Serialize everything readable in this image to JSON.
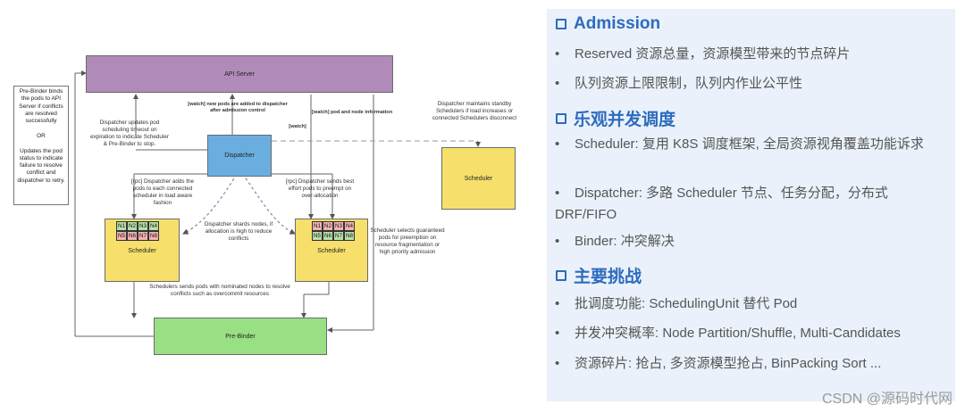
{
  "diagram": {
    "api_server": "API Server",
    "dispatcher": "Dispatcher",
    "scheduler_left": "Scheduler",
    "scheduler_right": "Scheduler",
    "scheduler_standby": "Scheduler",
    "pre_binder": "Pre-Binder",
    "left_nodes": [
      {
        "label": "N1",
        "state": "green"
      },
      {
        "label": "N2",
        "state": "green"
      },
      {
        "label": "N3",
        "state": "green"
      },
      {
        "label": "N4",
        "state": "green"
      },
      {
        "label": "N5",
        "state": "red"
      },
      {
        "label": "N6",
        "state": "red"
      },
      {
        "label": "N7",
        "state": "red"
      },
      {
        "label": "N8",
        "state": "red"
      }
    ],
    "right_nodes": [
      {
        "label": "N1",
        "state": "red"
      },
      {
        "label": "N2",
        "state": "red"
      },
      {
        "label": "N3",
        "state": "red"
      },
      {
        "label": "N4",
        "state": "red"
      },
      {
        "label": "N5",
        "state": "green"
      },
      {
        "label": "N6",
        "state": "green"
      },
      {
        "label": "N7",
        "state": "green"
      },
      {
        "label": "N8",
        "state": "green"
      }
    ],
    "notes": {
      "prebinder_note": "Pre-Binder binds the pods to API Server if conflicts are resolved successfully\n\nOR\n\nUpdates the pod status to indicate failure to resolve conflict and dispatcher to retry.",
      "watch_new_pods": "[watch] new pods are added to dispatcher after admission control",
      "watch_pod_node": "[watch] pod and node information",
      "watch": "[watch]",
      "dispatcher_updates": "Dispatcher updates pod scheduling timeout on expiration to indicate Scheduler & Pre-Binder to stop.",
      "dispatcher_maintains": "Dispatcher maintains standby Schedulers if load increases or connected Schedulers disconnect",
      "rpc_adds": "[rpc] Dispatcher adds the pods to each connected scheduler in load aware fashion",
      "rpc_sends": "[rpc] Dispatcher sends best effort pods to preempt on over-allocation",
      "shards": "Dispatcher shards nodes, if allocation is high to reduce conflicts",
      "scheduler_selects": "Scheduler selects guaranteed pods for preemption on resource fragmentation or high priority admission",
      "schedulers_send": "Schedulers sends pods with nominated nodes to resolve conflicts such as overcommit resources"
    }
  },
  "panel": {
    "sections": [
      {
        "title": "Admission",
        "items": [
          "Reserved 资源总量，资源模型带来的节点碎片",
          "队列资源上限限制，队列内作业公平性"
        ]
      },
      {
        "title": "乐观并发调度",
        "items": [
          "Scheduler: 复用 K8S 调度框架, 全局资源视角覆盖功能诉求",
          "Dispatcher: 多路 Scheduler 节点、任务分配，分布式 DRF/FIFO",
          "Binder: 冲突解决"
        ]
      },
      {
        "title": "主要挑战",
        "items": [
          "批调度功能: SchedulingUnit 替代 Pod",
          "并发冲突概率: Node Partition/Shuffle, Multi-Candidates",
          "资源碎片: 抢占, 多资源模型抢占, BinPacking Sort ..."
        ]
      }
    ],
    "watermark": "CSDN @源码时代网"
  },
  "colors": {
    "api_server": "#b08ab8",
    "dispatcher": "#6aaee0",
    "scheduler": "#f6e06b",
    "pre_binder": "#98e083",
    "heading": "#2d6bbf",
    "panel_bg": "#eaf1fa"
  }
}
